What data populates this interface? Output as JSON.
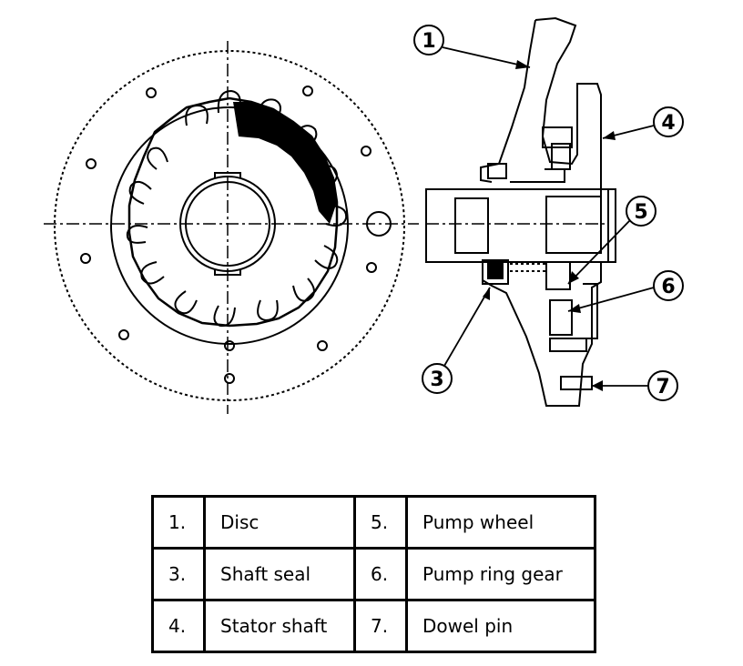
{
  "callouts": [
    {
      "id": "c1",
      "label": "1"
    },
    {
      "id": "c3",
      "label": "3"
    },
    {
      "id": "c4",
      "label": "4"
    },
    {
      "id": "c5",
      "label": "5"
    },
    {
      "id": "c6",
      "label": "6"
    },
    {
      "id": "c7",
      "label": "7"
    }
  ],
  "legend": {
    "rows": [
      {
        "num_a": "1.",
        "name_a": "Disc",
        "num_b": "5.",
        "name_b": "Pump wheel"
      },
      {
        "num_a": "3.",
        "name_a": "Shaft seal",
        "num_b": "6.",
        "name_b": "Pump ring gear"
      },
      {
        "num_a": "4.",
        "name_a": "Stator shaft",
        "num_b": "7.",
        "name_b": "Dowel pin"
      }
    ]
  }
}
